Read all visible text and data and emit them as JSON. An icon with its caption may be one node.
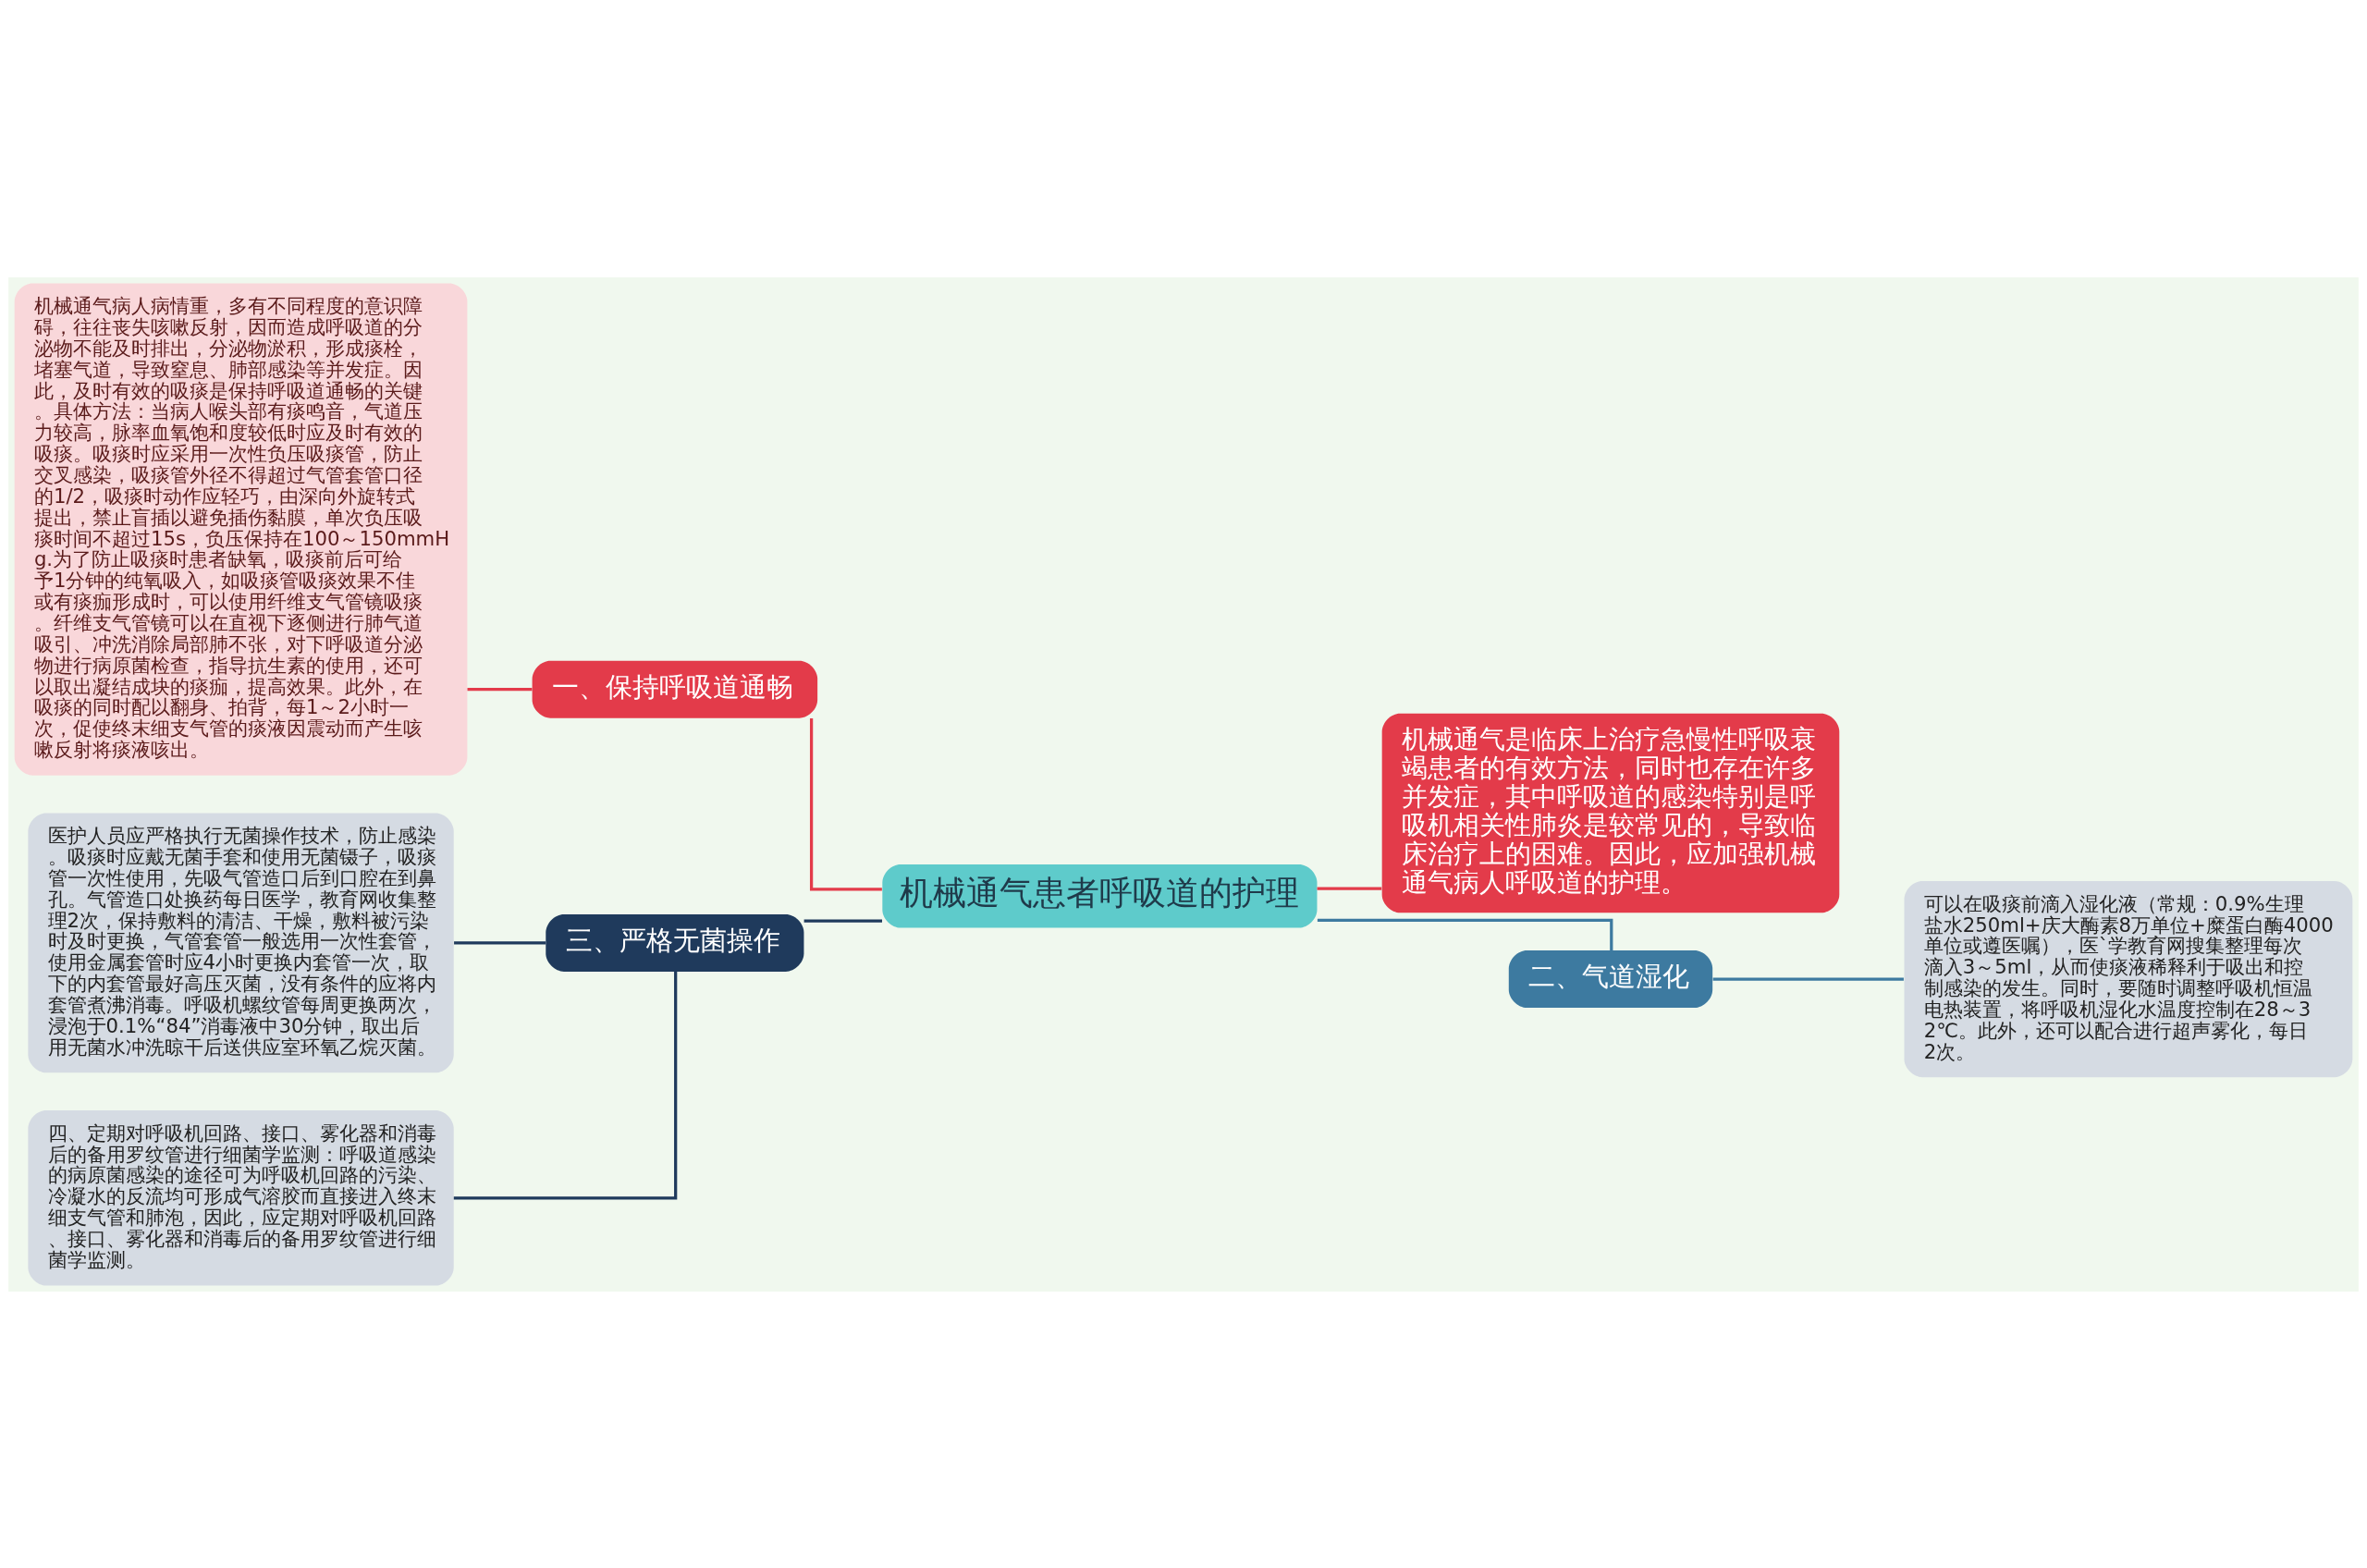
{
  "diagram": {
    "nodes": [
      {
        "text": [
          "机械通气患者呼吸道的护理"
        ]
      },
      {
        "text": [
          "一、保持呼吸道通畅"
        ]
      },
      {
        "text": [
          "机械通气病人病情重，多有不同程度的意识障碍，往往丧失咳嗽反射，因而造成呼吸道的分泌物不能及时排出，分泌物淤积，形成痰栓，堵塞气道，导致窒息、肺部感染等并发症。因此，及时有效的吸痰是保持呼吸道通畅的关键。具体方法：当病人喉头部有痰鸣音，气道压力较高，脉率血氧饱和度较低时应及时有效的吸痰。吸痰时应采用一次性负压吸痰管，防止交叉感染，吸痰管外径不得超过气管套管口径的1/2，吸痰时动作应轻巧，由深向外旋转式提出，禁止盲插以避免插伤黏膜，单次负压吸痰时间不超过15s，负压保持在100～150mmHg.为了防止吸痰时患者缺氧，吸痰前后可给予1分钟的纯氧吸入，如吸痰管吸痰效果不佳或有痰痂形成时，可以使用纤维支气管镜吸痰。纤维支气管镜可以在直视下逐侧进行肺气道吸引、冲洗消除局部肺不张，对下呼吸道分泌物进行病原菌检查，指导抗生素的使用，还可以取出凝结成块的痰痂，提高效果。此外，在吸痰的同时配以翻身、拍背，每1～2小时一次，促使终末细支气管的痰液因震动而产生咳嗽反射将痰液咳出。"
        ]
      },
      {
        "text": [
          "三、严格无菌操作"
        ]
      },
      {
        "text": [
          "医护人员应严格执行无菌操作技术，防止感染。吸痰时应戴无菌手套和使用无菌镊子，吸痰管一次性使用，先吸气管造口后到口腔在到鼻孔。气管造口处换药每日医学，教育网收集整理2次，保持敷料的清洁、干燥，敷料被污染时及时更换，气管套管一般选用一次性套管，使用金属套管时应4小时更换内套管一次，取下的内套管最好高压灭菌，没有条件的应将内套管煮沸消毒。呼吸机螺纹管每周更换两次，浸泡于0.1%“84”消毒液中30分钟，取出后用无菌水冲洗晾干后送供应室环氧乙烷灭菌。"
        ]
      },
      {
        "text": [
          "四、定期对呼吸机回路、接口、雾化器和消毒后的备用罗纹管进行细菌学监测：呼吸道感染的病原菌感染的途径可为呼吸机回路的污染、冷凝水的反流均可形成气溶胶而直接进入终末细支气管和肺泡，因此，应定期对呼吸机回路、接口、雾化器和消毒后的备用罗纹管进行细菌学监测。"
        ]
      },
      {
        "text": [
          "机械通气是临床上治疗急慢性呼吸衰竭患者的有效方法，同时也存在许多并发症，其中呼吸道的感染特别是呼吸机相关性肺炎是较常见的，导致临床治疗上的困难。因此，应加强机械通气病人呼吸道的护理。"
        ]
      },
      {
        "text": [
          "二、气道湿化"
        ]
      },
      {
        "text": [
          "可以在吸痰前滴入湿化液（常规：0.9%生理盐水250ml+庆大酶素8万单位+糜蛋白酶4000单位或遵医嘱），医`学教育网搜集整理每次滴入3～5ml，从而使痰液稀释利于吸出和控制感染的发生。同时，要随时调整呼吸机恒温电热装置，将呼吸机湿化水温度控制在28～32℃。此外，还可以配合进行超声雾化，每日2次。"
        ]
      }
    ],
    "edges": [
      {
        "from": 0,
        "to": 1,
        "arrow": "none",
        "color": "#e33b4a"
      },
      {
        "from": 1,
        "to": 2,
        "arrow": "none",
        "color": "#e33b4a"
      },
      {
        "from": 0,
        "to": 3,
        "arrow": "none",
        "color": "#1f3a5c"
      },
      {
        "from": 3,
        "to": 4,
        "arrow": "none",
        "color": "#1f3a5c"
      },
      {
        "from": 3,
        "to": 5,
        "arrow": "none",
        "color": "#1f3a5c"
      },
      {
        "from": 0,
        "to": 6,
        "arrow": "none",
        "color": "#e33b4a"
      },
      {
        "from": 0,
        "to": 7,
        "arrow": "none",
        "color": "#3d7aa0"
      },
      {
        "from": 7,
        "to": 8,
        "arrow": "none",
        "color": "#3d7aa0"
      }
    ]
  }
}
